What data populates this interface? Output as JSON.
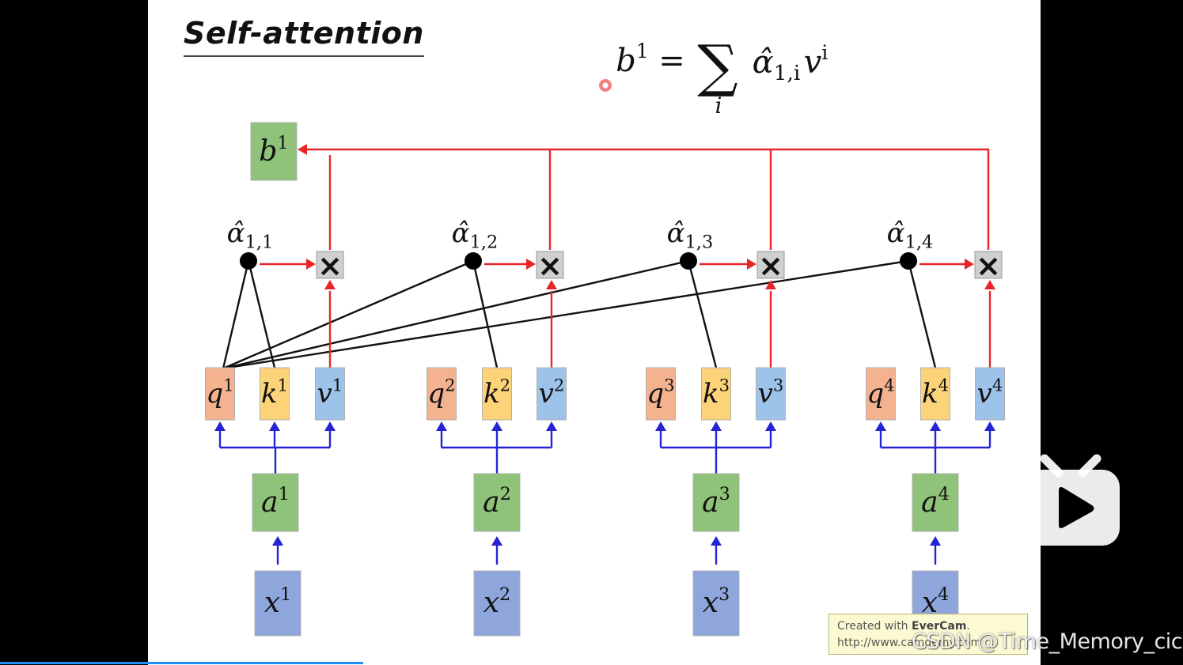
{
  "slide": {
    "title": "Self-attention",
    "formula": {
      "lhs": "b",
      "lhs_sup": "1",
      "eq": "=",
      "sigma": "∑",
      "sigma_sub": "i",
      "alpha": "α̂",
      "alpha_sub": "1,i",
      "v": "v",
      "v_sup": "i"
    },
    "output": {
      "label": "b",
      "sup": "1"
    },
    "multiply_symbol": "×",
    "columns": [
      {
        "alpha_sub": "1,1",
        "q": "q",
        "k": "k",
        "v": "v",
        "a": "a",
        "x": "x",
        "sup": "1"
      },
      {
        "alpha_sub": "1,2",
        "q": "q",
        "k": "k",
        "v": "v",
        "a": "a",
        "x": "x",
        "sup": "2"
      },
      {
        "alpha_sub": "1,3",
        "q": "q",
        "k": "k",
        "v": "v",
        "a": "a",
        "x": "x",
        "sup": "3"
      },
      {
        "alpha_sub": "1,4",
        "q": "q",
        "k": "k",
        "v": "v",
        "a": "a",
        "x": "x",
        "sup": "4"
      }
    ],
    "alpha_symbol": "α̂"
  },
  "evercam": {
    "prefix": "Created with ",
    "brand": "EverCam",
    "suffix": ".",
    "url": "http://www.camdemy.com"
  },
  "watermark": "CSDN @Time_Memory_cici",
  "player": {
    "progress": 0.307
  },
  "colors": {
    "q_fill": "#f4b28e",
    "k_fill": "#fdd37a",
    "v_fill": "#9ec3ea",
    "a_fill": "#8fc37a",
    "x_fill": "#8ea6dc",
    "b_fill": "#8fc37a",
    "red_line": "#e8262a",
    "blue_line": "#2424d6",
    "black_line": "#111111"
  }
}
